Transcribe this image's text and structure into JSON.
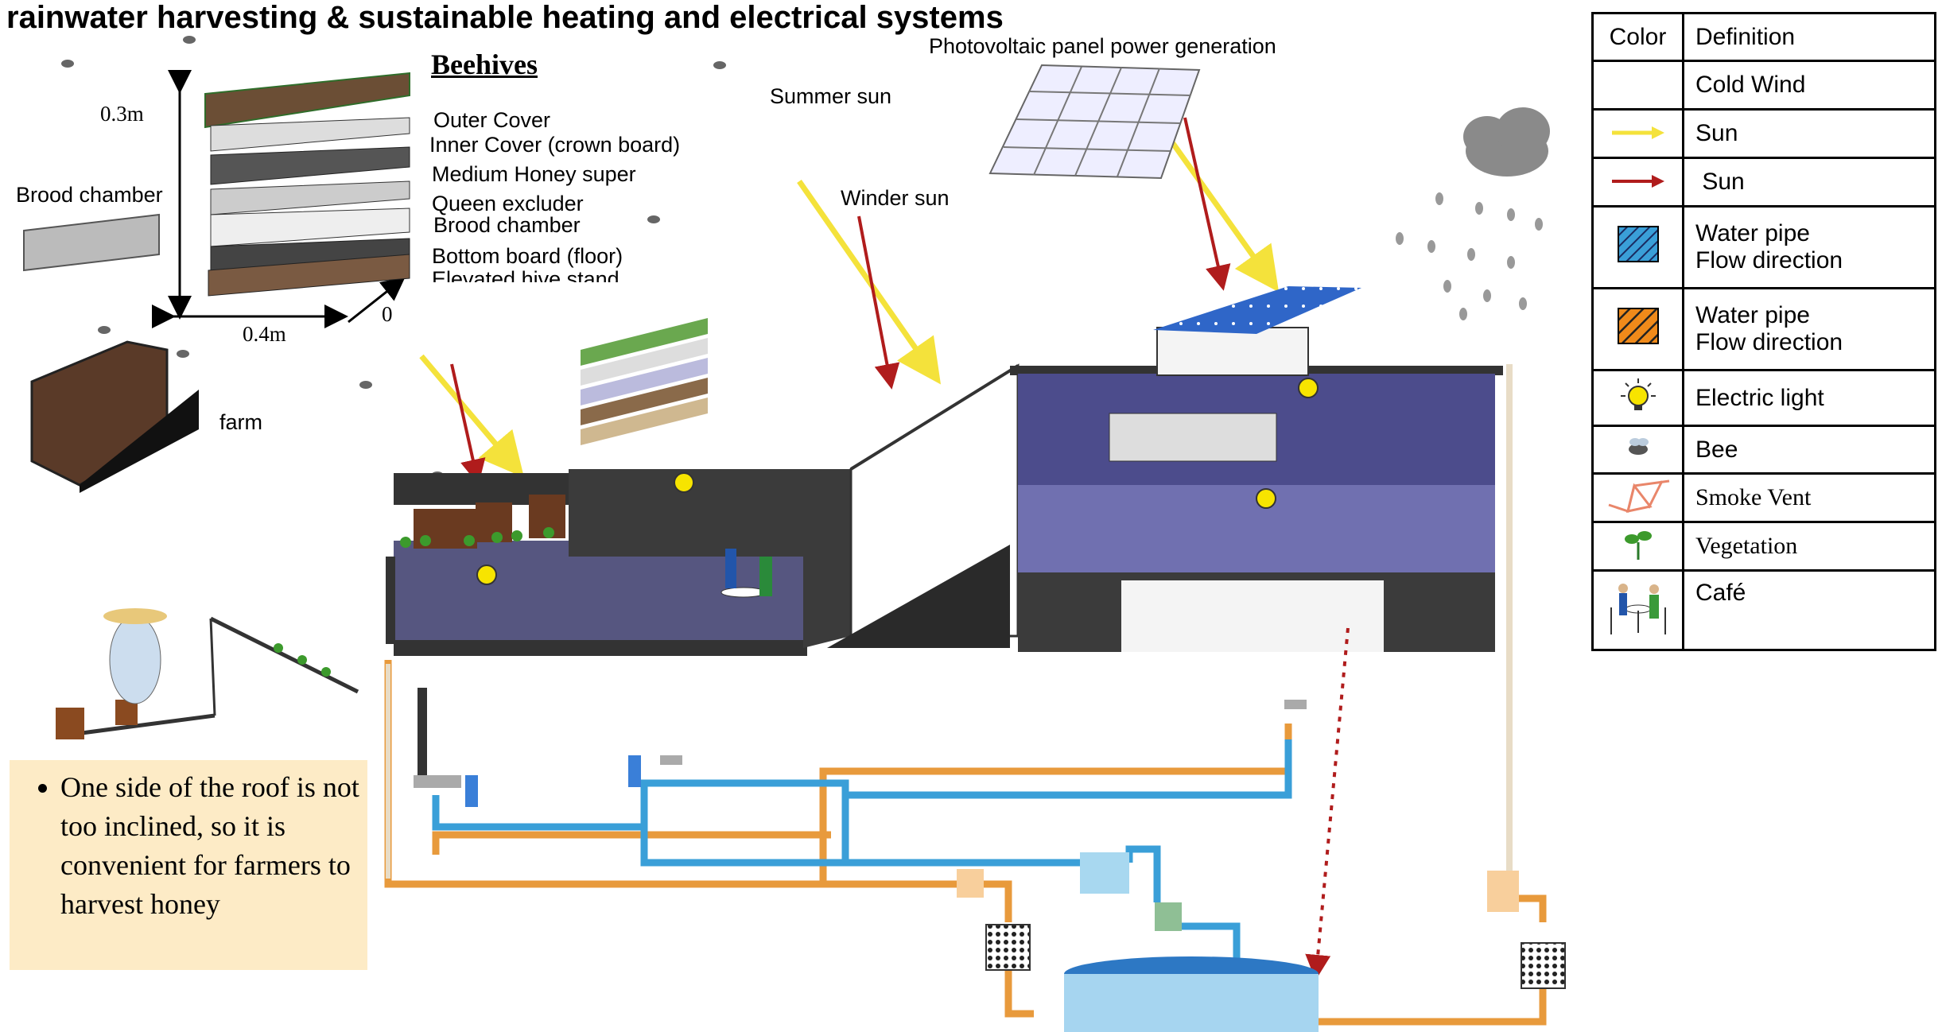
{
  "title": "rainwater harvesting & sustainable heating and electrical systems",
  "labels": {
    "pv": "Photovoltaic panel power generation",
    "summer_sun": "Summer sun",
    "winder_sun": "Winder sun",
    "farm": "farm",
    "brood_chamber_left": "Brood chamber",
    "dim_height": "0.3m",
    "dim_width": "0.4m",
    "dim_zero": "0"
  },
  "beehives": {
    "heading": "Beehives",
    "parts": [
      "Outer Cover",
      "Inner Cover (crown board)",
      "Medium Honey super",
      "Queen excluder",
      "Brood chamber",
      "Bottom board (floor)",
      "Elevated hive stand"
    ]
  },
  "legend": {
    "header_color": "Color",
    "header_definition": "Definition",
    "rows": [
      {
        "icon": "blank",
        "lines": [
          "Cold Wind"
        ]
      },
      {
        "icon": "yellow-arrow-icon",
        "lines": [
          "Sun"
        ]
      },
      {
        "icon": "red-arrow-icon",
        "lines": [
          " Sun"
        ]
      },
      {
        "icon": "blue-pipe-swatch-icon",
        "lines": [
          "Water pipe",
          "Flow direction"
        ]
      },
      {
        "icon": "orange-pipe-swatch-icon",
        "lines": [
          "Water pipe",
          "Flow direction"
        ]
      },
      {
        "icon": "light-bulb-icon",
        "lines": [
          "Electric light"
        ]
      },
      {
        "icon": "bee-icon",
        "lines": [
          "Bee"
        ]
      },
      {
        "icon": "smoke-vent-icon",
        "lines": [
          "Smoke Vent"
        ]
      },
      {
        "icon": "vegetation-icon",
        "lines": [
          "Vegetation"
        ]
      },
      {
        "icon": "cafe-icon",
        "lines": [
          "Café"
        ]
      }
    ]
  },
  "note": "One side of the roof is not too inclined, so it is convenient for farmers to harvest honey",
  "colors": {
    "sun_yellow": "#f4e23b",
    "sun_red": "#b01c1c",
    "blue_pipe": "#3a9fd8",
    "orange_pipe": "#e89a3c",
    "building_dark": "#3b3b3b",
    "interior_purple": "#5a5a99",
    "note_bg": "#fdebc6"
  }
}
